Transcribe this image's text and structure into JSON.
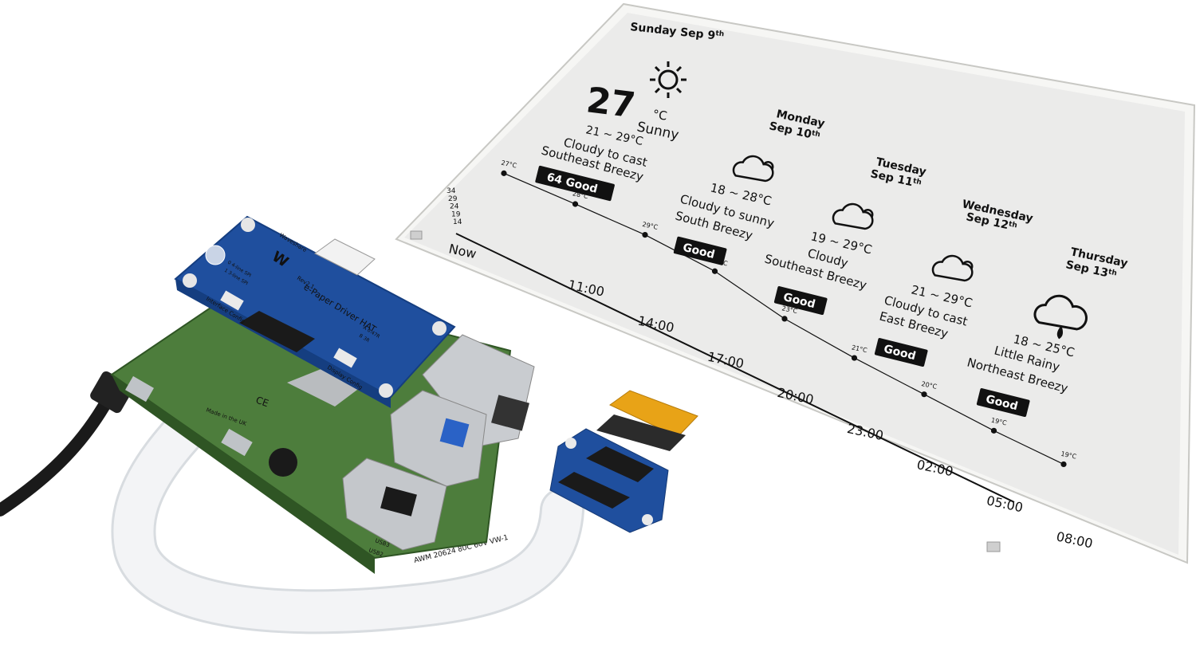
{
  "display": {
    "date_header": "Sunday Sep 9",
    "date_header_suffix": "th",
    "current": {
      "icon": "sun-icon",
      "temperature": "27",
      "unit": "°C",
      "condition": "Sunny",
      "range": "21 ~ 29°C",
      "forecast_text": "Cloudy to cast",
      "wind": "Southeast Breezy",
      "aqi_badge": "64 Good"
    },
    "forecast": [
      {
        "day": "Monday",
        "date": "Sep 10",
        "date_suffix": "th",
        "icon": "partly-cloudy-icon",
        "range": "18 ~ 28°C",
        "condition": "Cloudy to sunny",
        "wind": "South Breezy",
        "badge": "Good"
      },
      {
        "day": "Tuesday",
        "date": "Sep 11",
        "date_suffix": "th",
        "icon": "partly-cloudy-icon",
        "range": "19 ~ 29°C",
        "condition": "Cloudy",
        "wind": "Southeast Breezy",
        "badge": "Good"
      },
      {
        "day": "Wednesday",
        "date": "Sep 12",
        "date_suffix": "th",
        "icon": "partly-cloudy-icon",
        "range": "21 ~ 29°C",
        "condition": "Cloudy to cast",
        "wind": "East Breezy",
        "badge": "Good"
      },
      {
        "day": "Thursday",
        "date": "Sep 13",
        "date_suffix": "th",
        "icon": "rain-cloud-icon",
        "range": "18 ~ 25°C",
        "condition": "Little Rainy",
        "wind": "Northeast Breezy",
        "badge": "Good"
      }
    ],
    "chart_data": {
      "type": "line",
      "y_ticks": [
        "34",
        "29",
        "24",
        "19",
        "14"
      ],
      "categories": [
        "Now",
        "11:00",
        "14:00",
        "17:00",
        "20:00",
        "23:00",
        "02:00",
        "05:00",
        "08:00"
      ],
      "series": [
        {
          "values": [
            27,
            28,
            29,
            28,
            23,
            21,
            20,
            19,
            19
          ],
          "labels": [
            "27°C",
            "28°C",
            "29°C",
            "28°C",
            "23°C",
            "21°C",
            "20°C",
            "19°C",
            "19°C"
          ]
        }
      ]
    }
  },
  "hat_board": {
    "brand": "Waveshare",
    "product": "e-Paper Driver HAT",
    "revision": "Rev2.1",
    "interface_config": "Interface Config",
    "interface_options": [
      "0 4-line SPI",
      "1 3-line SPI"
    ],
    "display_config": "Display Config",
    "display_options": [
      "A 0.47R",
      "B 3R"
    ]
  },
  "raspberry_pi": {
    "labels": [
      "CE",
      "Made in the UK",
      "USB3",
      "USB2"
    ]
  },
  "ribbon_cable": {
    "print": "AWM 20624 80C 60V VW-1"
  },
  "colors": {
    "epaper_bg": "#ebebea",
    "hat_blue": "#1f4f9e",
    "pcb_green": "#4d7d3c",
    "fpc_orange": "#e8a317"
  }
}
